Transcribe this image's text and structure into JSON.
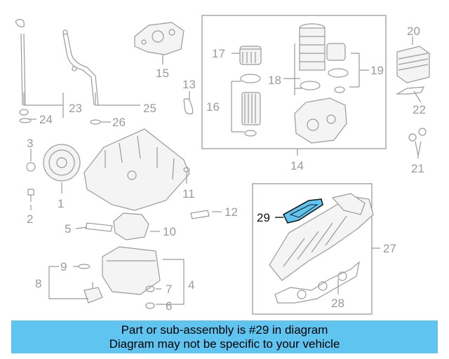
{
  "diagram": {
    "highlight_color": "#5fc4f0",
    "highlighted_part": "29",
    "callouts": [
      "1",
      "2",
      "3",
      "4",
      "5",
      "6",
      "7",
      "8",
      "9",
      "10",
      "11",
      "12",
      "13",
      "14",
      "15",
      "16",
      "17",
      "18",
      "19",
      "20",
      "21",
      "22",
      "23",
      "24",
      "25",
      "26",
      "27",
      "28",
      "29"
    ]
  },
  "banner": {
    "line1": "Part or sub-assembly is #29 in diagram",
    "line2": "Diagram may not be specific to your vehicle",
    "background": "#5fc4f0"
  }
}
